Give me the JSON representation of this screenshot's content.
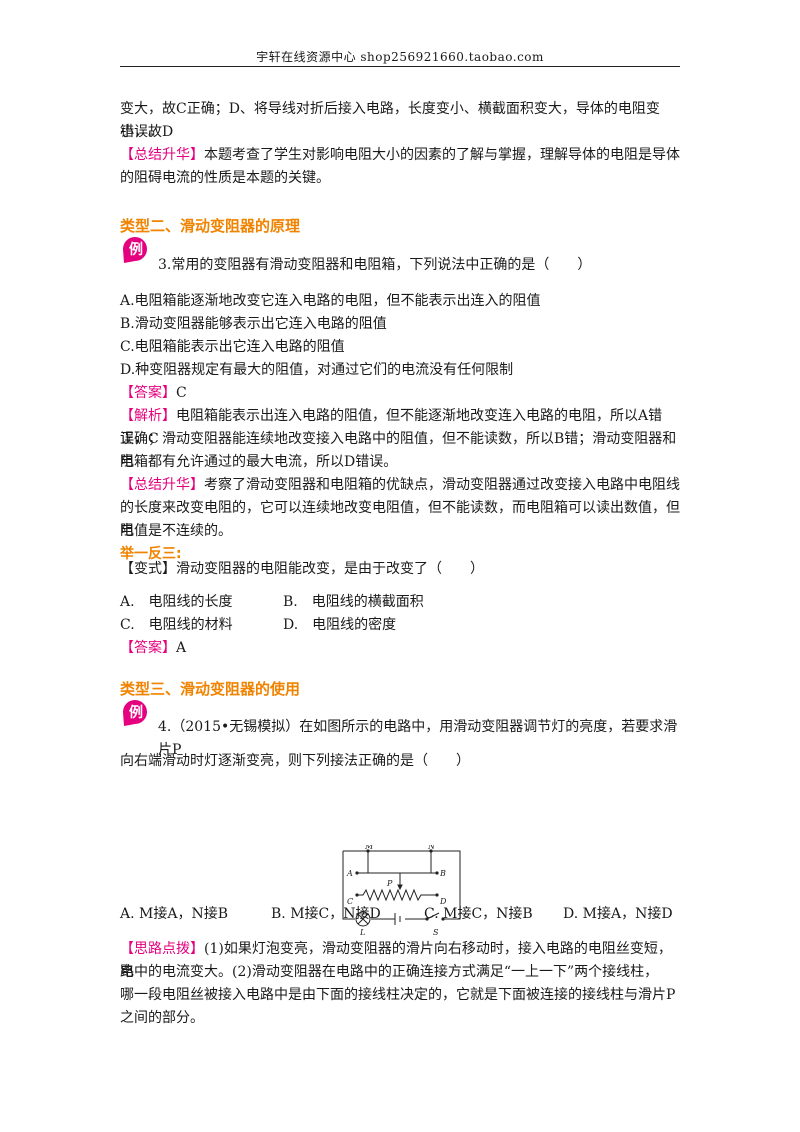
{
  "header": {
    "text": "宇轩在线资源中心   shop256921660.taobao.com"
  },
  "intro": {
    "line1": "变大，故C正确；D、将导线对折后接入电路，长度变小、横截面积变大，导体的电阻变小，故D",
    "line2": "错误。",
    "summary_tag": "【总结升华】",
    "summary_line1": "本题考查了学生对影响电阻大小的因素的了解与掌握，理解导体的电阻是导体",
    "summary_line2": "的阻碍电流的性质是本题的关键。"
  },
  "type2": {
    "heading": "类型二、滑动变阻器的原理",
    "badge": "例",
    "question": "3.常用的变阻器有滑动变阻器和电阻箱，下列说法中正确的是（　　）",
    "options": [
      "A.电阻箱能逐渐地改变它连入电路的电阻，但不能表示出连入的阻值",
      "B.滑动变阻器能够表示出它连入电路的阻值",
      "C.电阻箱能表示出它连入电路的阻值",
      "D.种变阻器规定有最大的阻值，对通过它们的电流没有任何限制"
    ],
    "answer_tag": "【答案】",
    "answer": "C",
    "analysis_tag": "【解析】",
    "analysis_line1": "电阻箱能表示出连入电路的阻值，但不能逐渐地改变连入电路的电阻，所以A错误，C",
    "analysis_line2": "正确；滑动变阻器能连续地改变接入电路中的阻值，但不能读数，所以B错；滑动变阻器和电",
    "analysis_line3": "阻箱都有允许通过的最大电流，所以D错误。",
    "summary_tag": "【总结升华】",
    "summary_line1": "考察了滑动变阻器和电阻箱的优缺点，滑动变阻器通过改变接入电路中电阻线",
    "summary_line2": "的长度来改变电阻的，它可以连续地改变电阻值，但不能读数，而电阻箱可以读出数值，但电",
    "summary_line3": "阻值是不连续的。"
  },
  "practice": {
    "heading": "举一反三:",
    "variant_tag": "【变式】",
    "variant_question": "滑动变阻器的电阻能改变，是由于改变了（　　）",
    "options": [
      "A.　电阻线的长度",
      "B.　电阻线的横截面积",
      "C.　电阻线的材料",
      "D.　电阻线的密度"
    ],
    "answer_tag": "【答案】",
    "answer": "A"
  },
  "type3": {
    "heading": "类型三、滑动变阻器的使用",
    "badge": "例",
    "question_line1": "4.（2015•无锡模拟）在如图所示的电路中，用滑动变阻器调节灯的亮度，若要求滑片P",
    "question_line2": "向右端滑动时灯逐渐变亮，则下列接法正确的是（　　）",
    "diagram_labels": {
      "M": "M",
      "N": "N",
      "A": "A",
      "B": "B",
      "P": "P",
      "C": "C",
      "D": "D",
      "L": "L",
      "S": "S"
    },
    "options": [
      "A. M接A，N接B",
      "B. M接C，N接D",
      "C. M接C，N接B",
      "D. M接A，N接D"
    ],
    "hint_tag": "【思路点拨】",
    "hint_line1": "(1)如果灯泡变亮，滑动变阻器的滑片向右移动时，接入电路的电阻丝变短，电",
    "hint_line2": "路中的电流变大。(2)滑动变阻器在电路中的正确连接方式满足“一上一下”两个接线柱，",
    "hint_line3": "哪一段电阻丝被接入电路中是由下面的接线柱决定的，它就是下面被连接的接线柱与滑片P",
    "hint_line4": "之间的部分。"
  },
  "colors": {
    "tag": "#e4007f",
    "heading": "#f08300"
  }
}
